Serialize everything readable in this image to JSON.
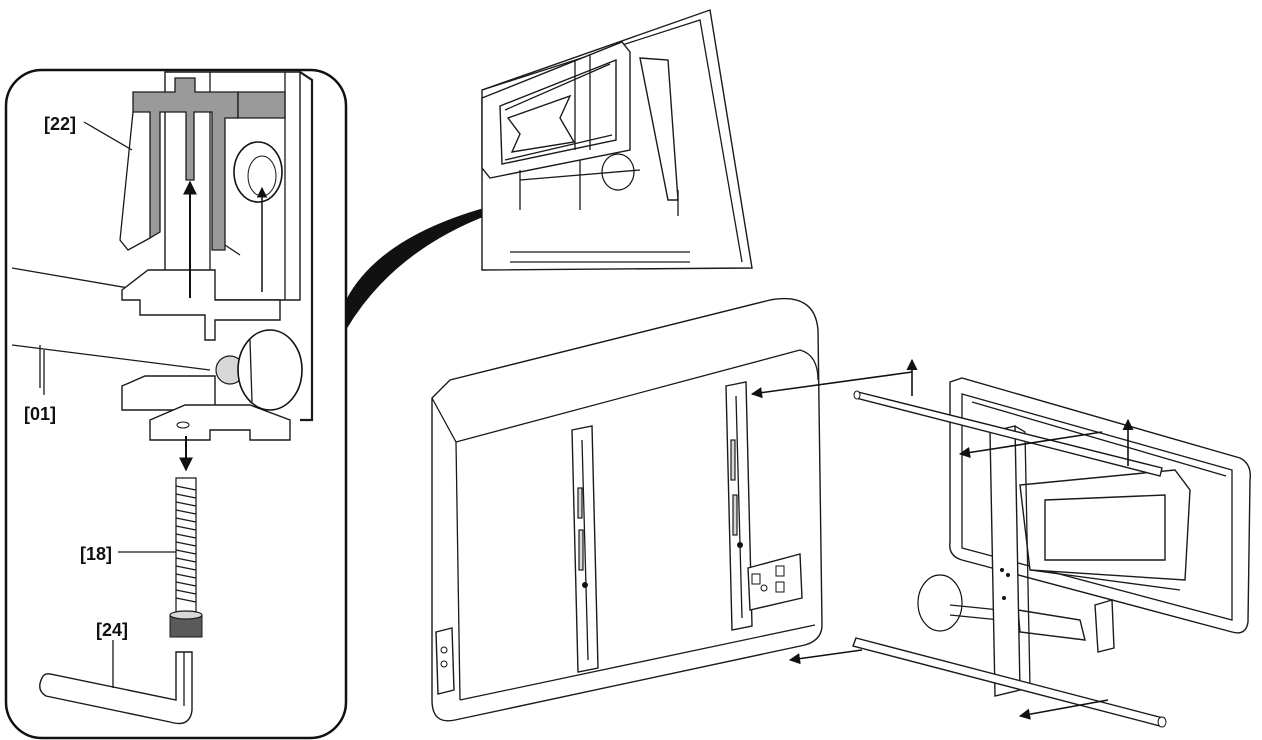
{
  "callouts": {
    "part_22": "[22]",
    "part_01": "[01]",
    "part_18": "[18]",
    "part_24": "[24]"
  },
  "colors": {
    "line": "#1a1a1a",
    "clip_fill": "#9a9a9a",
    "background": "#ffffff"
  },
  "icons": [
    "up-arrow-icon",
    "down-arrow-icon",
    "left-arrow-icon"
  ]
}
